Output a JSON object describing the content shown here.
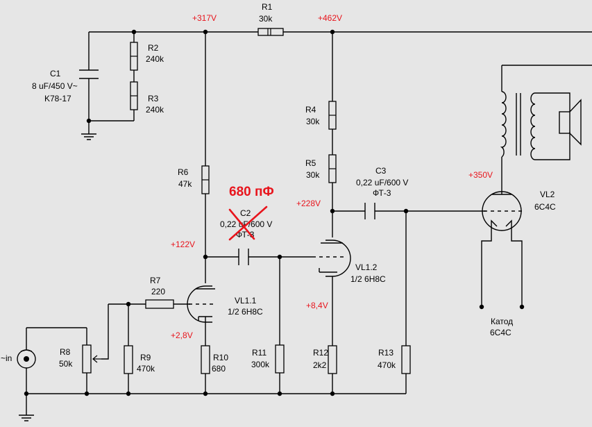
{
  "components": {
    "R1": {
      "ref": "R1",
      "value": "30k"
    },
    "R2": {
      "ref": "R2",
      "value": "240k"
    },
    "R3": {
      "ref": "R3",
      "value": "240k"
    },
    "C1": {
      "ref": "C1",
      "value": "8 uF/450 V~",
      "type": "K78-17"
    },
    "R4": {
      "ref": "R4",
      "value": "30k"
    },
    "R5": {
      "ref": "R5",
      "value": "30k"
    },
    "R6": {
      "ref": "R6",
      "value": "47k"
    },
    "C2": {
      "ref": "C2",
      "value": "0,22 uF/600 V",
      "type": "ФТ-3"
    },
    "C3": {
      "ref": "C3",
      "value": "0,22 uF/600 V",
      "type": "ФТ-3"
    },
    "R7": {
      "ref": "R7",
      "value": "220"
    },
    "R8": {
      "ref": "R8",
      "value": "50k"
    },
    "R9": {
      "ref": "R9",
      "value": "470k"
    },
    "R10": {
      "ref": "R10",
      "value": "680"
    },
    "R11": {
      "ref": "R11",
      "value": "300k"
    },
    "R12": {
      "ref": "R12",
      "value": "2k2"
    },
    "R13": {
      "ref": "R13",
      "value": "470k"
    },
    "VL11": {
      "ref": "VL1.1",
      "type": "1/2 6Н8С"
    },
    "VL12": {
      "ref": "VL1.2",
      "type": "1/2 6Н8С"
    },
    "VL2": {
      "ref": "VL2",
      "type": "6С4С"
    }
  },
  "voltages": {
    "v317": "+317V",
    "v462": "+462V",
    "v350": "+350V",
    "v228": "+228V",
    "v122": "+122V",
    "v8_4": "+8,4V",
    "v2_8": "+2,8V"
  },
  "labels": {
    "input": "~in",
    "cathode_line1": "Катод",
    "cathode_line2": "6С4С"
  },
  "annotation": {
    "c2_replacement": "680 пФ"
  },
  "colors": {
    "background": "#e6e6e6",
    "voltage_text": "#e8141c",
    "correction": "#e8141c"
  }
}
